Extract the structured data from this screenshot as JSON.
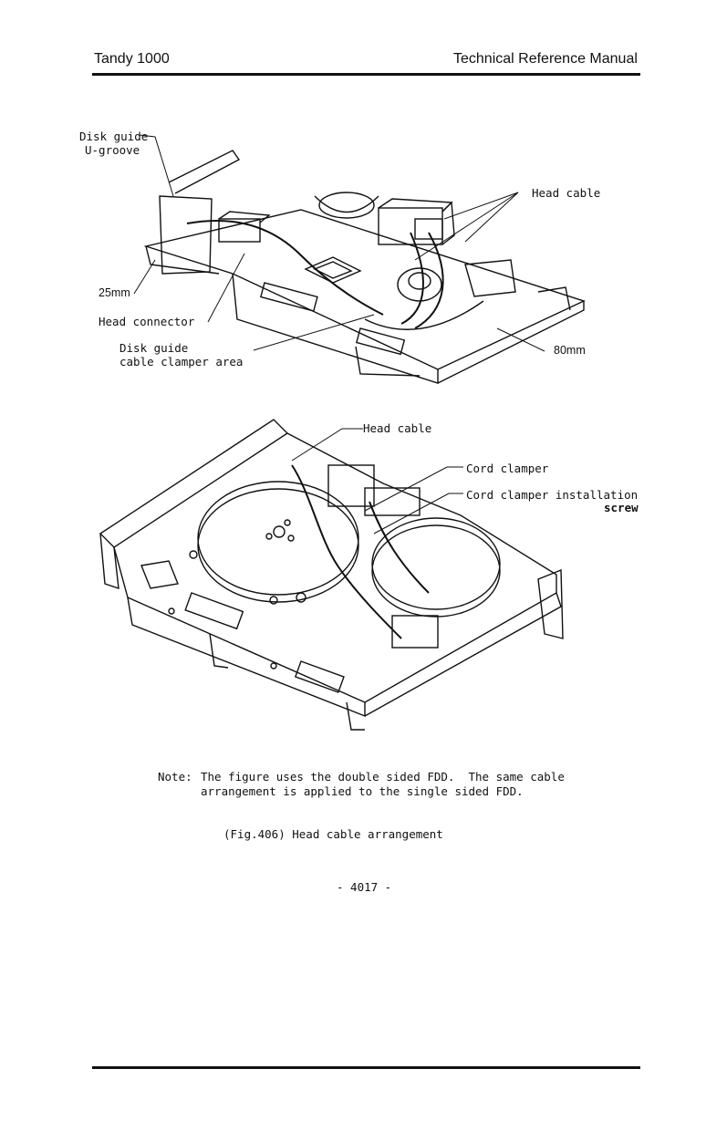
{
  "header": {
    "left": "Tandy 1000",
    "right": "Technical Reference Manual"
  },
  "figure_top": {
    "labels": {
      "disk_guide": "Disk guide",
      "u_groove": "U-groove",
      "head_cable": "Head cable",
      "mm25": "25mm",
      "head_connector": "Head connector",
      "disk_guide_2": "Disk guide",
      "cable_clamper_area": "cable clamper area",
      "mm80": "80mm"
    }
  },
  "figure_bottom": {
    "labels": {
      "head_cable": "Head cable",
      "cord_clamper": "Cord clamper",
      "cord_clamper_install": "Cord clamper installation",
      "screw": "screw"
    }
  },
  "note": {
    "prefix": "Note:",
    "line1": "The figure uses the double sided FDD.  The same cable",
    "line2": "arrangement is applied to the single sided FDD."
  },
  "caption": "(Fig.406) Head cable arrangement",
  "page_number": "- 4017 -"
}
